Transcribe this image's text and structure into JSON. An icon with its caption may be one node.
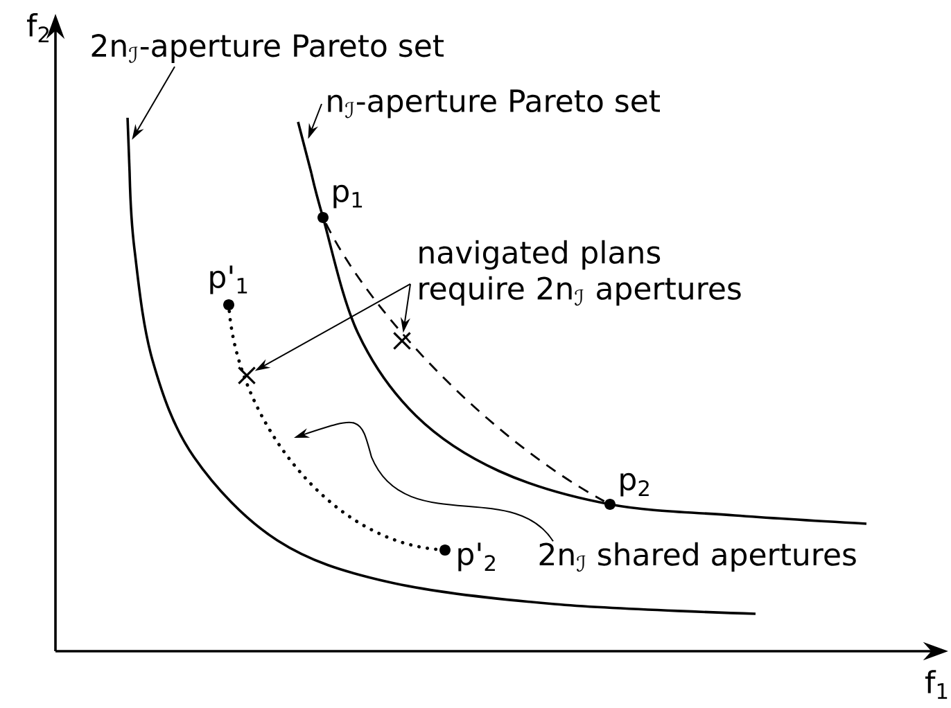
{
  "diagram": {
    "nodes": [
      {
        "text": [
          "2n$_{ℐ}$-aperture Pareto set"
        ]
      },
      {
        "text": [],
        "shape": "curve"
      },
      {
        "text": [
          "n$_{ℐ}$-aperture Pareto set"
        ]
      },
      {
        "text": [],
        "shape": "curve"
      },
      {
        "text": [],
        "shape": "dot",
        "beside": [
          "p$_{1}$"
        ]
      },
      {
        "text": [
          "navigated plans require 2n$_{ℐ}$ apertures"
        ]
      },
      {
        "text": [],
        "shape": "dot",
        "beside": [
          "p'$_{1}$"
        ]
      },
      {
        "text": [],
        "shape": "cross"
      },
      {
        "text": [],
        "shape": "cross"
      },
      {
        "text": [],
        "shape": "dot",
        "beside": [
          "p$_{2}$"
        ]
      },
      {
        "text": [],
        "shape": "dot",
        "beside": [
          "p'$_{2}$"
        ]
      },
      {
        "text": [
          "2n$_{ℐ}$ shared apertures"
        ]
      }
    ],
    "edges": [
      {
        "from": 0,
        "to": 1,
        "arrow": "to"
      },
      {
        "from": 2,
        "to": 3,
        "arrow": "to"
      },
      {
        "from": 5,
        "to": 8,
        "arrow": "to"
      },
      {
        "from": 5,
        "to": 7,
        "arrow": "to"
      },
      {
        "from": 4,
        "to": 9,
        "arrow": "none",
        "style": "dashed"
      },
      {
        "from": 6,
        "to": 10,
        "arrow": "none",
        "style": "dashed"
      },
      {
        "from": 11,
        "to": null,
        "arrow": "to"
      }
    ],
    "labels": [
      "f$_{2}$",
      "f$_{1}$"
    ]
  }
}
